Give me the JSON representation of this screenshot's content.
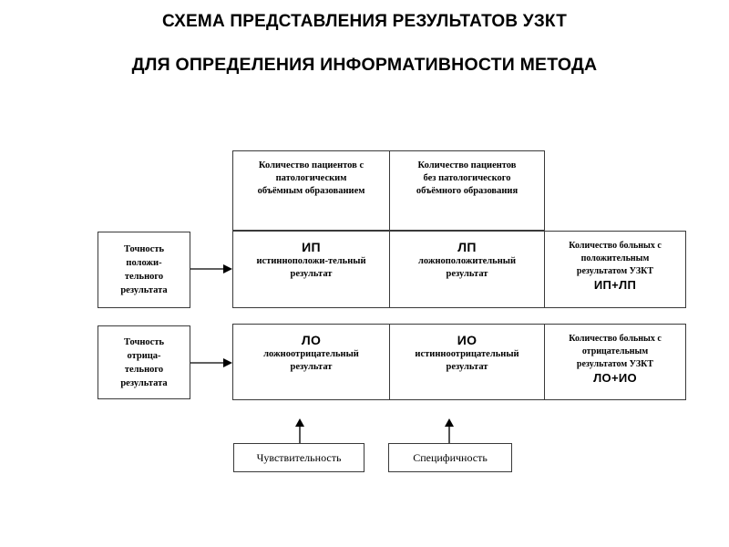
{
  "title": {
    "line1": "СХЕМА ПРЕДСТАВЛЕНИЯ РЕЗУЛЬТАТОВ УЗКТ",
    "line2": "ДЛЯ ОПРЕДЕЛЕНИЯ ИНФОРМАТИВНОСТИ МЕТОДА"
  },
  "header": {
    "col1": {
      "line1": "Количество пациентов с",
      "line2": "патологическим",
      "line3": "объёмным образованием"
    },
    "col2": {
      "line1": "Количество пациентов",
      "line2": "без патологического",
      "line3": "объёмного образования"
    }
  },
  "row_labels": {
    "positive": {
      "line1": "Точность",
      "line2": "положи-",
      "line3": "тельного",
      "line4": "результата"
    },
    "negative": {
      "line1": "Точность",
      "line2": "отрица-",
      "line3": "тельного",
      "line4": "результата"
    }
  },
  "matrix": {
    "tp": {
      "code": "ИП",
      "desc_line1": "истинноположи-тельный",
      "desc_line2": "результат"
    },
    "fp": {
      "code": "ЛП",
      "desc_line1": "ложноположительный",
      "desc_line2": "результат"
    },
    "fn": {
      "code": "ЛО",
      "desc_line1": "ложноотрицательный",
      "desc_line2": "результат"
    },
    "tn": {
      "code": "ИО",
      "desc_line1": "истинноотрицательный",
      "desc_line2": "результат"
    }
  },
  "totals": {
    "positive": {
      "line1": "Количество больных с",
      "line2": "положительным",
      "line3": "результатом УЗКТ",
      "formula": "ИП+ЛП"
    },
    "negative": {
      "line1": "Количество больных с",
      "line2": "отрицательным",
      "line3": "результатом УЗКТ",
      "formula": "ЛО+ИО"
    }
  },
  "bottom": {
    "sensitivity": "Чувствительность",
    "specificity": "Специфичность"
  },
  "colors": {
    "ink": "#000000",
    "border": "#3a3a3a",
    "background": "#ffffff"
  }
}
